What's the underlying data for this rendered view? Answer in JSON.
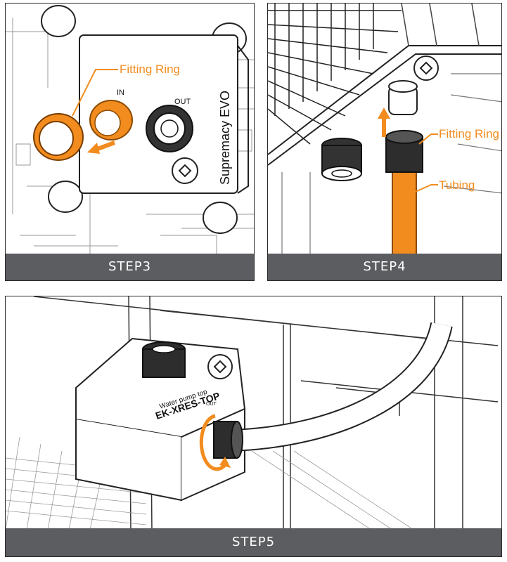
{
  "steps": {
    "step3": {
      "caption": "STEP3",
      "callout": "Fitting Ring",
      "in_label": "IN",
      "out_label": "OUT",
      "block_text": "Supremacy EVO"
    },
    "step4": {
      "caption": "STEP4",
      "callout_ring": "Fitting Ring",
      "callout_tubing": "Tubing"
    },
    "step5": {
      "caption": "STEP5",
      "pump_line1": "Water pump top",
      "pump_line2": "EK-XRES-TOP",
      "out_label": "OUT"
    }
  },
  "colors": {
    "accent": "#f28c1f",
    "caption_bg": "#5b5d60",
    "line": "#222222"
  }
}
